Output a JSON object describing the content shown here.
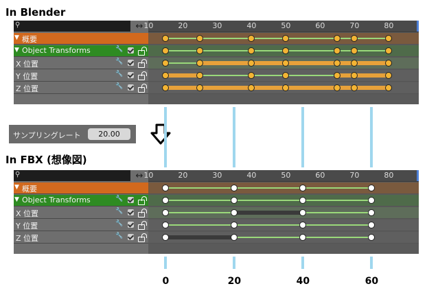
{
  "headings": {
    "top": "In Blender",
    "bottom": "In FBX (想像図)"
  },
  "ruler_ticks": [
    "10",
    "20",
    "30",
    "40",
    "50",
    "60",
    "70",
    "80"
  ],
  "search": {
    "icon": "search-icon",
    "resize_icon": "↔"
  },
  "channels": [
    {
      "label": "概要",
      "type": "summary"
    },
    {
      "label": "Object Transforms",
      "type": "group"
    },
    {
      "label": "X 位置",
      "type": "channel"
    },
    {
      "label": "Y 位置",
      "type": "channel"
    },
    {
      "label": "Z 位置",
      "type": "channel"
    }
  ],
  "colors": {
    "summary": "#d2691e",
    "group": "#2e8b22",
    "blender_key": "#f3b434",
    "fbx_key": "#ffffff",
    "hold_bar_blender": "#e7a13a",
    "hold_bar_fbx": "#3a3a3a",
    "link_line": "#9ad97a",
    "guide": "#9fd7ee"
  },
  "blender_keys": {
    "summary": [
      15,
      25,
      40,
      50,
      65,
      70,
      80
    ],
    "group": [
      15,
      25,
      40,
      50,
      65,
      70,
      80
    ],
    "x": [
      15,
      25,
      40,
      50,
      65,
      70,
      80
    ],
    "y": [
      15,
      25,
      40,
      50,
      65,
      70,
      80
    ],
    "z": [
      15,
      25,
      40,
      50,
      65,
      70,
      80
    ]
  },
  "fbx_keys": {
    "summary": [
      15,
      35,
      55,
      75
    ],
    "group": [
      15,
      35,
      55,
      75
    ],
    "x": [
      15,
      35,
      55,
      75
    ],
    "y": [
      15,
      35,
      55,
      75
    ],
    "z": [
      15,
      35,
      55,
      75
    ]
  },
  "sampling_rate": {
    "label": "サンプリングレート",
    "value": "20.00"
  },
  "bottom_labels": [
    "0",
    "20",
    "40",
    "60"
  ]
}
